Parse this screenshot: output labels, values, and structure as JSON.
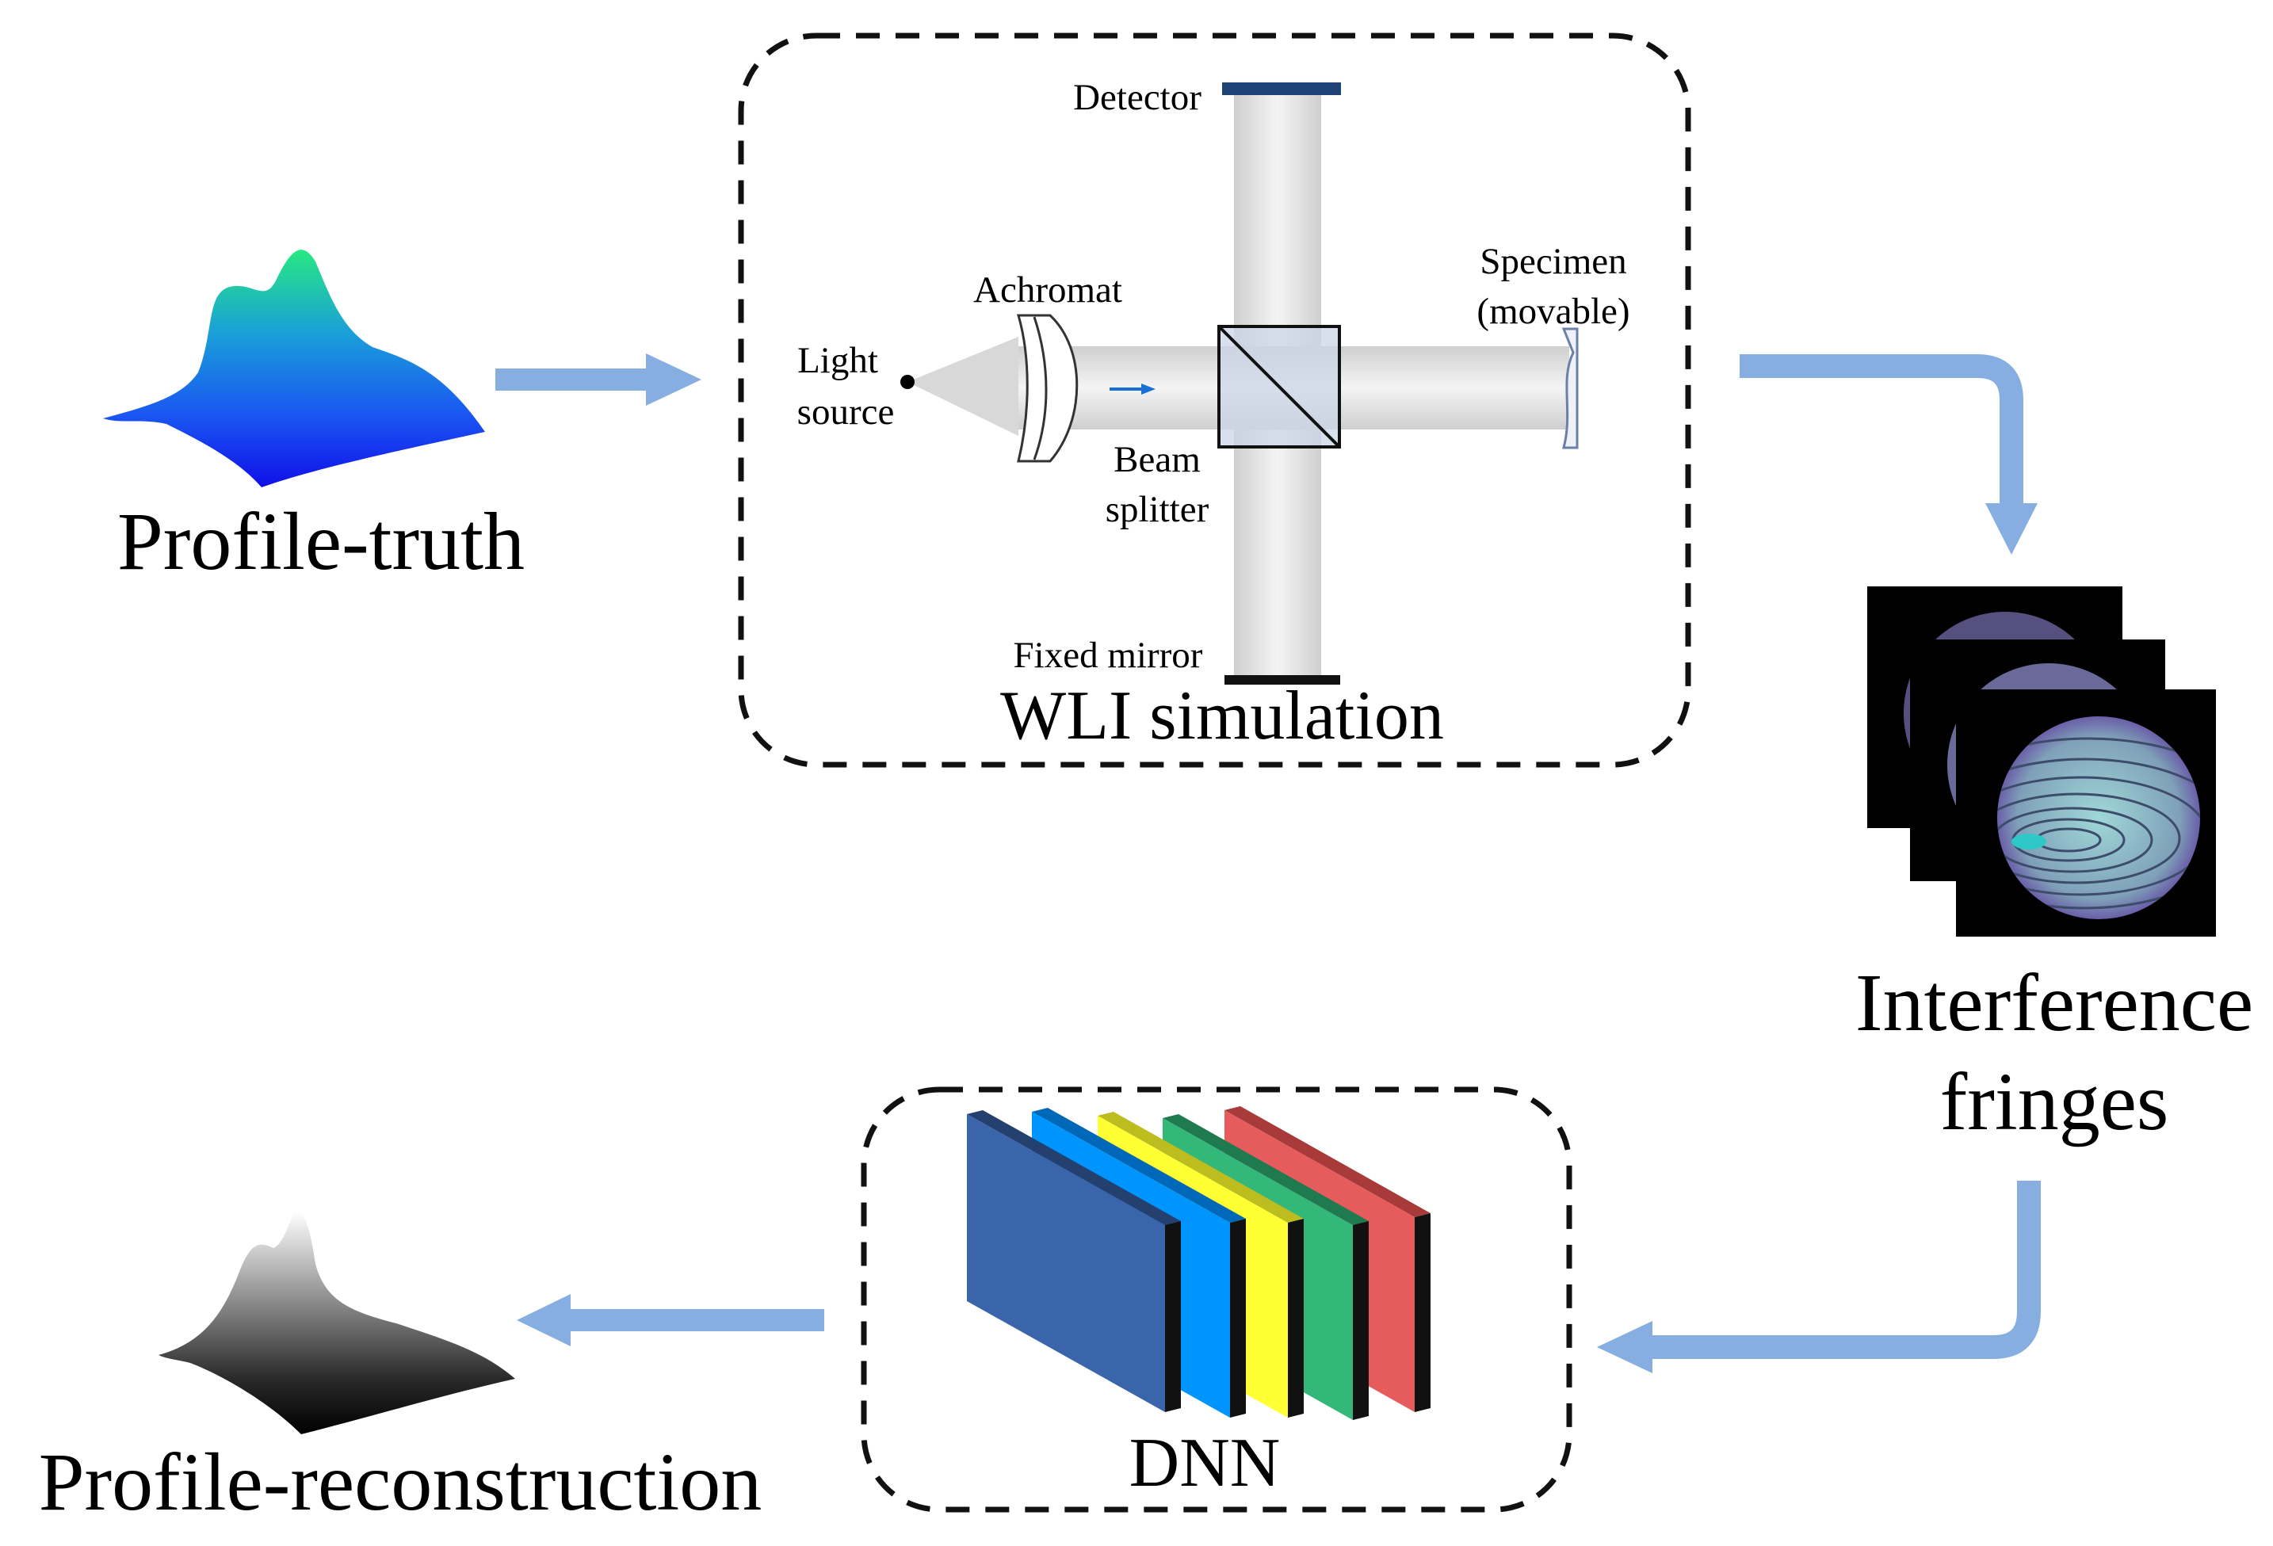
{
  "labels": {
    "profile_truth": "Profile-truth",
    "wli_simulation": "WLI simulation",
    "interference_line1": "Interference",
    "interference_line2": "fringes",
    "dnn": "DNN",
    "profile_reconstruction": "Profile-reconstruction"
  },
  "optics": {
    "detector": "Detector",
    "achromat": "Achromat",
    "light_line1": "Light",
    "light_line2": "source",
    "specimen_line1": "Specimen",
    "specimen_line2": "(movable)",
    "beam_line1": "Beam",
    "beam_line2": "splitter",
    "fixed_mirror": "Fixed mirror"
  },
  "colors": {
    "arrow": "#86aee0",
    "beam": "#dcdcdc",
    "layer_dark_blue": "#3a65ab",
    "layer_blue": "#0094ff",
    "layer_yellow": "#ffff33",
    "layer_green": "#33b87a",
    "layer_red": "#e65c5c"
  }
}
